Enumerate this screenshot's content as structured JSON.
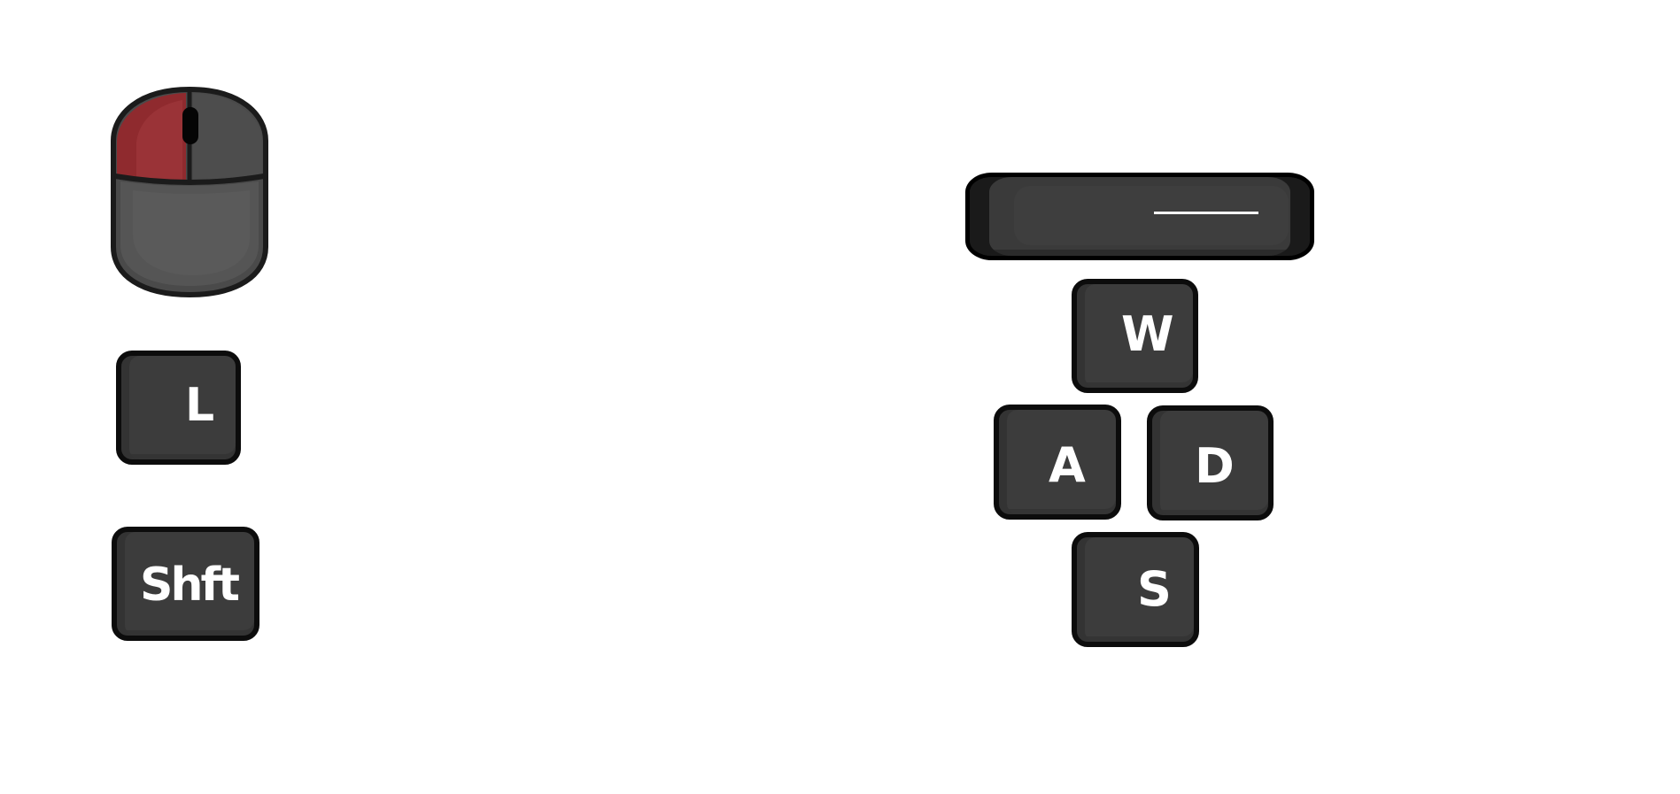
{
  "controls": {
    "mouse": {
      "highlighted_button": "left",
      "highlight_color": "#8f2a2e",
      "body_color": "#4a4a4a"
    },
    "keys": {
      "l": "L",
      "shift": "Shft",
      "w": "W",
      "a": "A",
      "d": "D",
      "s": "S"
    },
    "spacebar": {
      "label": ""
    }
  }
}
